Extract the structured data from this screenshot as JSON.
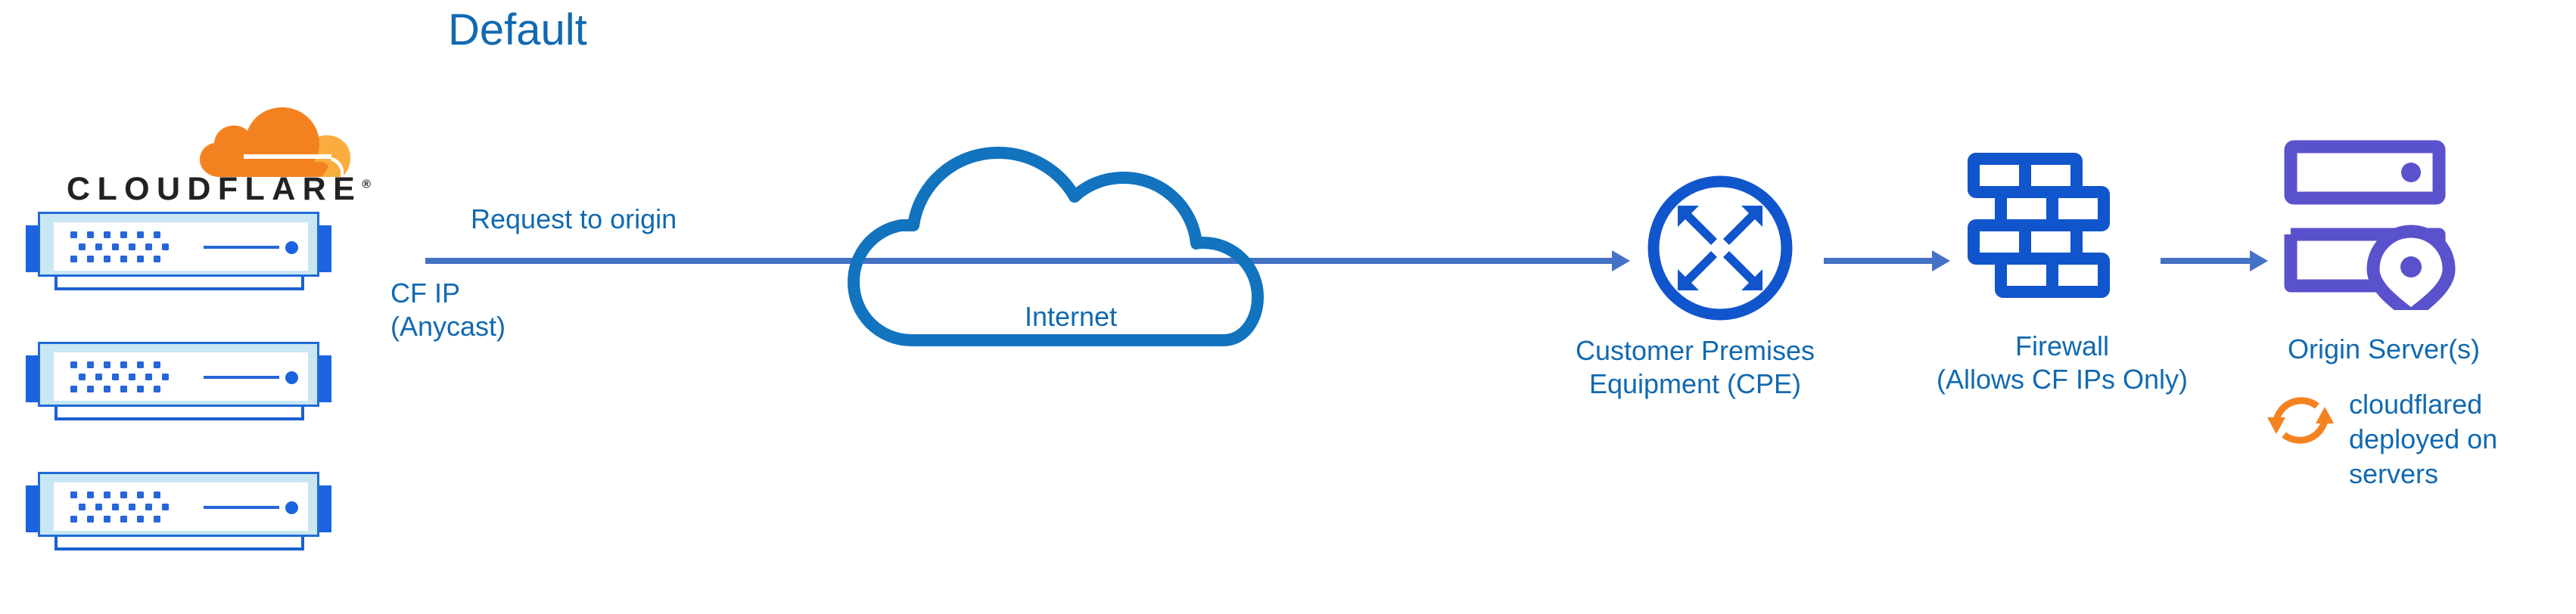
{
  "diagram": {
    "title": "Default",
    "brand": {
      "wordmark": "CLOUDFLARE",
      "registered_mark": "®",
      "logo_icon": "cloudflare-cloud-logo",
      "colors": {
        "logo_orange_dark": "#F48120",
        "logo_orange_light": "#FAAD3F",
        "wordmark_black": "#222222"
      }
    },
    "colors": {
      "title_blue": "#1169B0",
      "label_blue": "#1169B0",
      "arrow_blue": "#4472C4",
      "icon_blue": "#1055CC",
      "cloud_stroke_blue": "#1273BE",
      "rack_border_blue": "#1F6BD6",
      "rack_fill_blue": "#C8E7F2",
      "rack_tab_blue": "#1B63E0",
      "origin_purple": "#5A51CC",
      "cloudflared_orange": "#F58220",
      "background": "#FFFFFF"
    },
    "nodes": [
      {
        "id": "cloudflare-edge",
        "label": "CLOUDFLARE",
        "icon": "server-rack",
        "count": 3
      },
      {
        "id": "internet",
        "label": "Internet",
        "icon": "cloud-icon"
      },
      {
        "id": "cpe",
        "label_line1": "Customer Premises",
        "label_line2": "Equipment (CPE)",
        "icon": "router-icon"
      },
      {
        "id": "firewall",
        "label_line1": "Firewall",
        "label_line2": "(Allows CF IPs Only)",
        "icon": "brick-wall-icon"
      },
      {
        "id": "origin-server",
        "label": "Origin Server(s)",
        "icon": "server-location-icon"
      }
    ],
    "annotations": {
      "request_to_origin": "Request to origin",
      "cf_ip_line1": "CF IP",
      "cf_ip_line2": "(Anycast)",
      "cloudflared_line1": "cloudflared",
      "cloudflared_line2": "deployed on",
      "cloudflared_line3": "servers",
      "cloudflared_icon": "sync-circular-arrows-icon"
    },
    "labels": {
      "internet": "Internet",
      "cpe_line1": "Customer Premises",
      "cpe_line2": "Equipment (CPE)",
      "firewall_line1": "Firewall",
      "firewall_line2": "(Allows CF IPs Only)",
      "origin_server": "Origin Server(s)"
    },
    "edges": [
      {
        "from": "cloudflare-edge",
        "to": "cpe",
        "label": "Request to origin",
        "style": "solid-arrow"
      },
      {
        "from": "cpe",
        "to": "firewall",
        "label": "",
        "style": "solid-arrow"
      },
      {
        "from": "firewall",
        "to": "origin-server",
        "label": "",
        "style": "solid-arrow"
      }
    ]
  }
}
